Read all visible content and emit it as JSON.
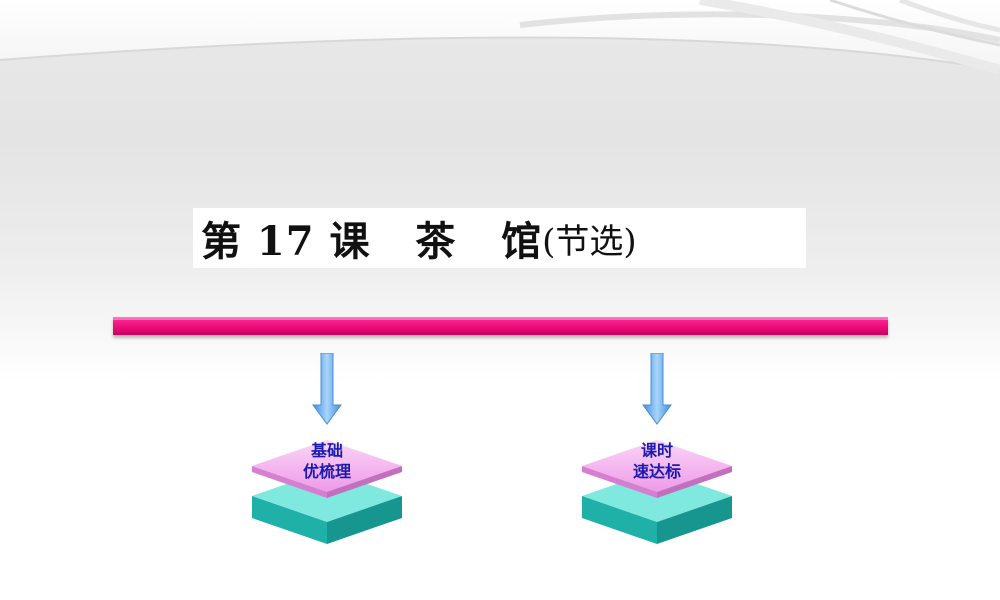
{
  "title": {
    "main": "第 17 课   茶   馆",
    "sub": "(节选)"
  },
  "nodes": [
    {
      "line1": "基础",
      "line2": "优梳理"
    },
    {
      "line1": "课时",
      "line2": "速达标"
    }
  ],
  "colors": {
    "divider": "#f0127e",
    "node_top": "#f6b8f3",
    "node_bottom": "#2cc9c0",
    "arrow": "#5aa6e8",
    "label": "#1a1ab0"
  },
  "icons": [
    "down-arrow-icon",
    "down-arrow-icon"
  ]
}
